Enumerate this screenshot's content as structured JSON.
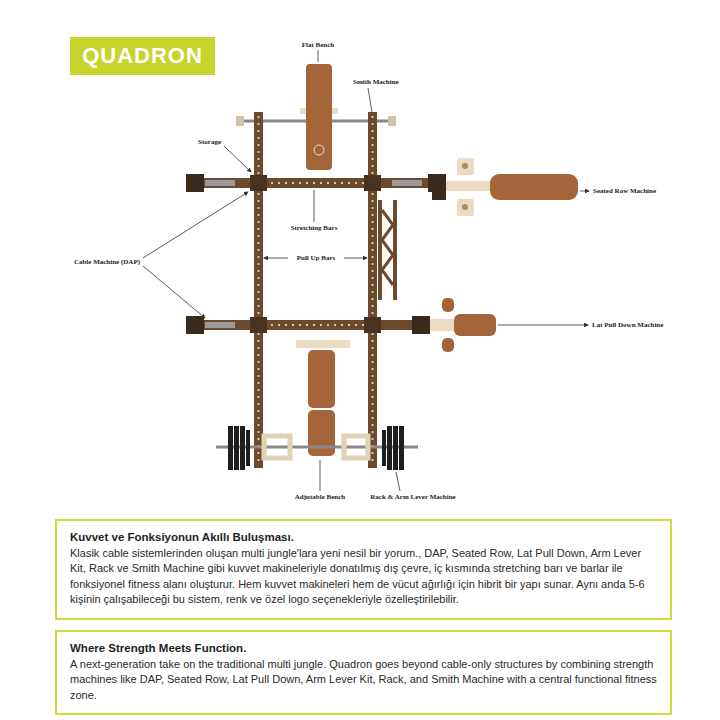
{
  "diagram": {
    "nodes": [
      {
        "text": [
          "QUADRON"
        ]
      },
      {
        "text": [
          "Kuvvet ve Fonksiyonun Akıllı Buluşması.",
          "Klasik cable sistemlerinden oluşan multi jungle'lara yeni nesil bir yorum., DAP, Seated Row, Lat Pull Down, Arm Lever Kit, Rack ve Smith Machine gibi kuvvet makineleriyle donatılmış dış çevre, iç kısmında stretching barı ve barlar ile fonksiyonel fitness alanı oluşturur. Hem kuvvet makineleri hem de vücut ağırlığı için hibrit bir yapı sunar. Aynı anda 5-6 kişinin çalışabileceği bu sistem, renk ve özel logo seçenekleriyle özelleştirilebilir."
        ]
      },
      {
        "text": [
          "Where Strength Meets Function.",
          "A next-generation take on the traditional multi jungle. Quadron goes beyond cable-only structures by combining strength machines like DAP, Seated Row, Lat Pull Down, Arm Lever Kit, Rack, and Smith Machine with a central functional fitness zone."
        ]
      }
    ],
    "labels": [
      "Flat Bench",
      "Smith Machine",
      "Storage",
      "Stretching Bars",
      "Pull Up Bars",
      "Cable Machine (DAP)",
      "Seated Row Machine",
      "Lat Pull Down Machine",
      "Adjutable Bench",
      "Rack & Arm Lever Machine"
    ]
  }
}
